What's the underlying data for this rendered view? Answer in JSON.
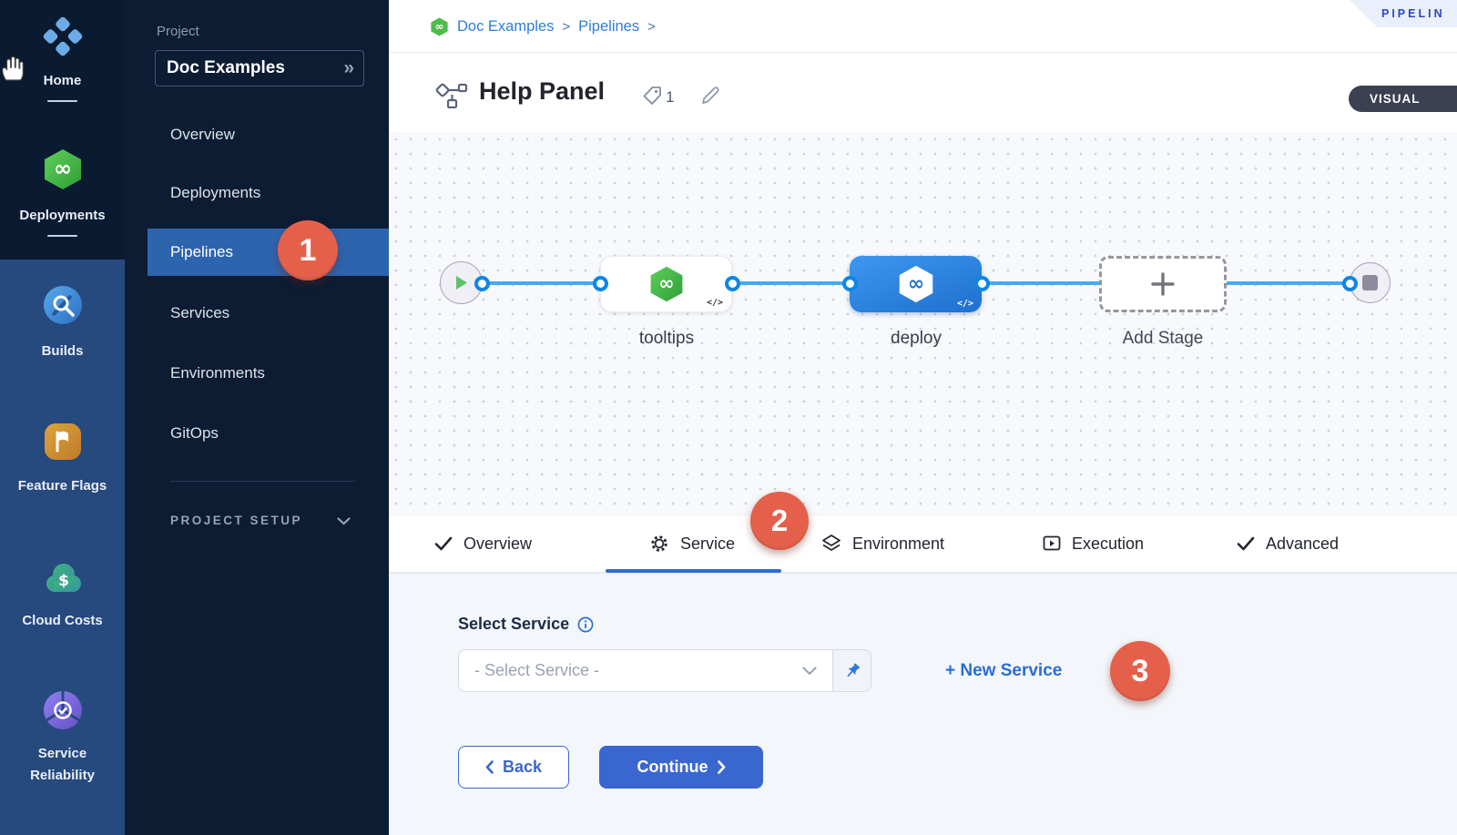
{
  "module_rail": {
    "items": [
      "Home",
      "Deployments",
      "Builds",
      "Feature Flags",
      "Cloud Costs",
      "Service Reliability"
    ]
  },
  "project_sidebar": {
    "section_label": "Project",
    "project_name": "Doc Examples",
    "expand_glyph": "»",
    "items": [
      "Overview",
      "Deployments",
      "Pipelines",
      "Services",
      "Environments",
      "GitOps"
    ],
    "active_item": "Pipelines",
    "setup_label": "PROJECT SETUP"
  },
  "header": {
    "breadcrumb": [
      "Doc Examples",
      "Pipelines"
    ],
    "breadcrumb_separator": ">",
    "ribbon_label": "PIPELIN",
    "title": "Help Panel",
    "tag_count": "1",
    "visual_label": "VISUAL"
  },
  "canvas": {
    "stages": [
      {
        "name": "tooltips"
      },
      {
        "name": "deploy",
        "selected": true
      }
    ],
    "add_stage_label": "Add Stage",
    "code_badge": "</>"
  },
  "tabs": [
    {
      "label": "Overview",
      "icon": "check"
    },
    {
      "label": "Service",
      "icon": "gear",
      "active": true
    },
    {
      "label": "Environment",
      "icon": "layers"
    },
    {
      "label": "Execution",
      "icon": "play-square"
    },
    {
      "label": "Advanced",
      "icon": "check"
    }
  ],
  "callouts": {
    "step1": "1",
    "step2": "2",
    "step3": "3"
  },
  "service_panel": {
    "heading": "Select Service",
    "placeholder": "- Select Service -",
    "new_service_label": "+ New Service",
    "back_label": "Back",
    "continue_label": "Continue"
  },
  "colors": {
    "rail_bg": "#26497e",
    "sidebar_bg": "#0c1c33",
    "active_item_bg": "#2d64ae",
    "callout_red": "#e5604b",
    "primary_button_blue": "#3a67cf",
    "link_blue": "#2b6cd4",
    "connector_blue": "#45aaf2",
    "selected_stage_blue": "#2c85e2",
    "harness_green": "#4cbd49"
  }
}
